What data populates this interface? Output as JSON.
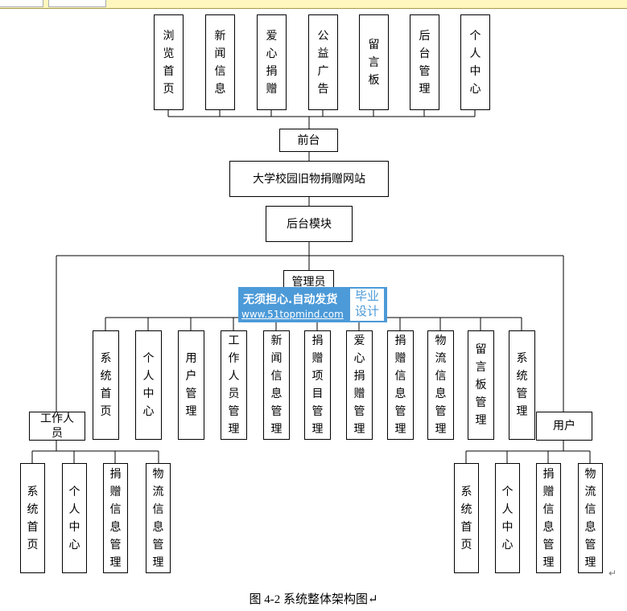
{
  "frontend_items": [
    "浏览首页",
    "新闻信息",
    "爱心捐赠",
    "公益广告",
    "留言板",
    "后台管理",
    "个人中心"
  ],
  "frontend": "前台",
  "root": "大学校园旧物捐赠网站",
  "backend": "后台模块",
  "admin": "管理员",
  "admin_items": [
    "系统首页",
    "个人中心",
    "用户管理",
    "工作人员管理",
    "新闻信息管理",
    "捐赠项目管理",
    "爱心捐赠管理",
    "捐赠信息管理",
    "物流信息管理",
    "留言板管理",
    "系统管理"
  ],
  "staff": "工作人员",
  "staff_items": [
    "系统首页",
    "个人中心",
    "捐赠信息管理",
    "物流信息管理"
  ],
  "user": "用户",
  "user_items": [
    "系统首页",
    "个人中心",
    "捐赠信息管理",
    "物流信息管理"
  ],
  "watermark": {
    "line1": "无须担心.自动发货",
    "line2": "www.51topmind.com",
    "badge": "毕业设计"
  },
  "caption": "图 4-2  系统整体架构图↵",
  "return_mark": "↵"
}
